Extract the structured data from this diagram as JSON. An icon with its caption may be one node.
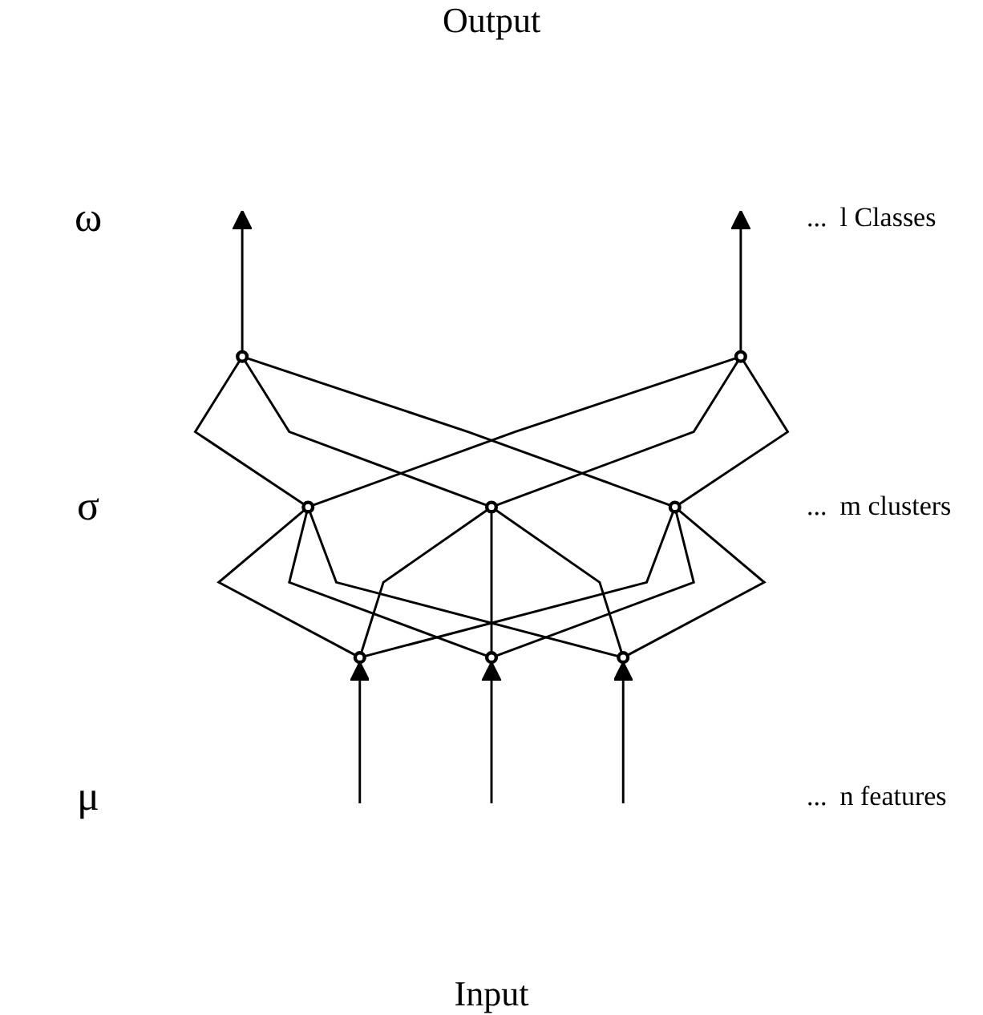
{
  "diagram": {
    "nodes": [
      {
        "text": [],
        "shape": "circle"
      },
      {
        "text": [],
        "shape": "circle"
      },
      {
        "text": [],
        "shape": "circle"
      },
      {
        "text": [],
        "shape": "circle"
      },
      {
        "text": [],
        "shape": "circle"
      },
      {
        "text": [],
        "shape": "circle"
      },
      {
        "text": [],
        "shape": "circle"
      },
      {
        "text": [],
        "shape": "circle"
      }
    ],
    "edges": [
      {
        "from": null,
        "to": 5,
        "arrow": "to"
      },
      {
        "from": null,
        "to": 6,
        "arrow": "to"
      },
      {
        "from": null,
        "to": 7,
        "arrow": "to"
      },
      {
        "from": 5,
        "to": 2,
        "arrow": "none"
      },
      {
        "from": 5,
        "to": 3,
        "arrow": "none"
      },
      {
        "from": 5,
        "to": 4,
        "arrow": "none"
      },
      {
        "from": 6,
        "to": 2,
        "arrow": "none"
      },
      {
        "from": 6,
        "to": 3,
        "arrow": "none"
      },
      {
        "from": 6,
        "to": 4,
        "arrow": "none"
      },
      {
        "from": 7,
        "to": 2,
        "arrow": "none"
      },
      {
        "from": 7,
        "to": 3,
        "arrow": "none"
      },
      {
        "from": 7,
        "to": 4,
        "arrow": "none"
      },
      {
        "from": 2,
        "to": 0,
        "arrow": "none"
      },
      {
        "from": 2,
        "to": 1,
        "arrow": "none"
      },
      {
        "from": 3,
        "to": 0,
        "arrow": "none"
      },
      {
        "from": 3,
        "to": 1,
        "arrow": "none"
      },
      {
        "from": 4,
        "to": 0,
        "arrow": "none"
      },
      {
        "from": 4,
        "to": 1,
        "arrow": "none"
      },
      {
        "from": 0,
        "to": null,
        "arrow": "to"
      },
      {
        "from": 1,
        "to": null,
        "arrow": "to"
      }
    ],
    "labels": [
      "Output",
      "...",
      "l Classes",
      "ω",
      "σ",
      "...",
      "m clusters",
      "μ",
      "...",
      "n features",
      "Input"
    ]
  }
}
